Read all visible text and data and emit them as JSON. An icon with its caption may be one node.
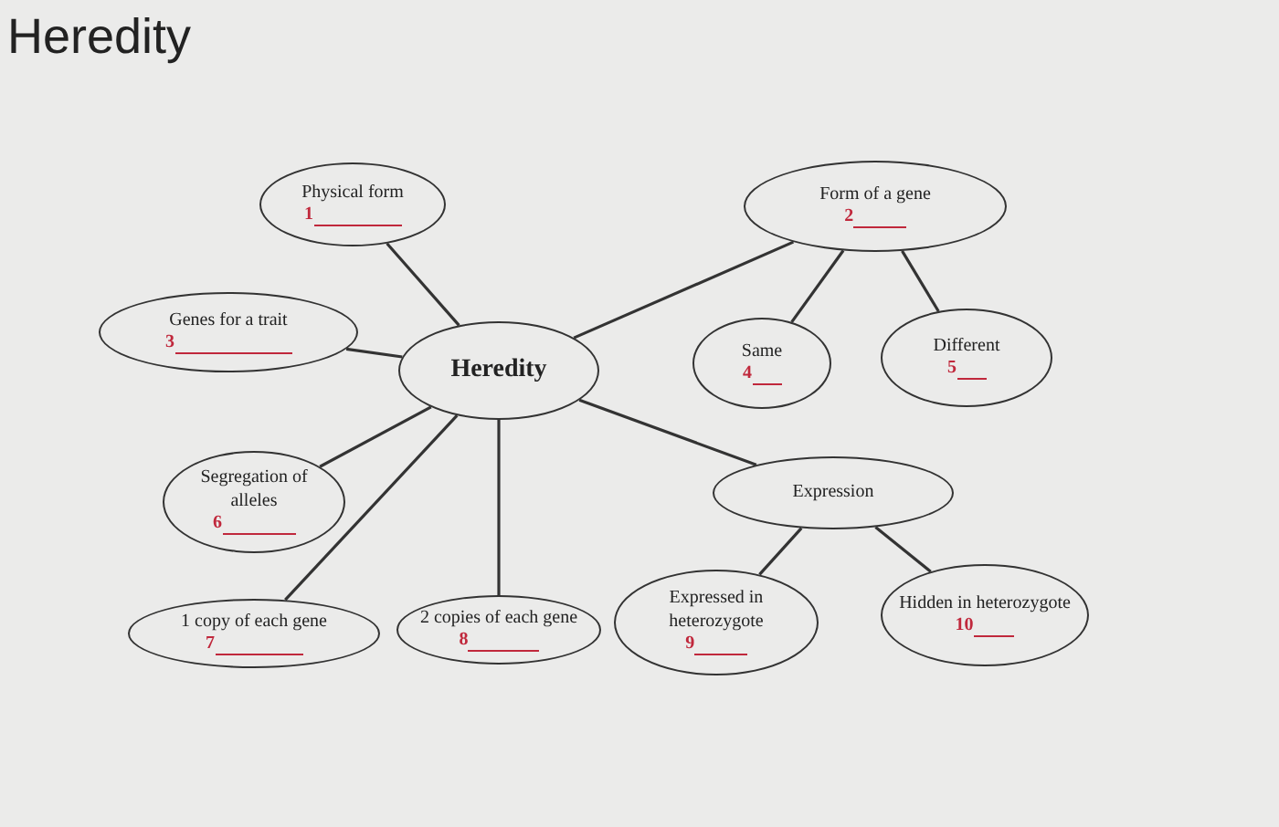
{
  "diagram": {
    "title": "Heredity",
    "nodes": [
      {
        "text": [
          "Physical form",
          "1"
        ]
      },
      {
        "text": [
          "Form of a gene",
          "2"
        ]
      },
      {
        "text": [
          "Genes for a trait",
          "3"
        ]
      },
      {
        "text": [
          "Heredity"
        ]
      },
      {
        "text": [
          "Same",
          "4"
        ]
      },
      {
        "text": [
          "Different",
          "5"
        ]
      },
      {
        "text": [
          "Segregation of alleles",
          "6"
        ]
      },
      {
        "text": [
          "Expression"
        ]
      },
      {
        "text": [
          "1 copy of each gene",
          "7"
        ]
      },
      {
        "text": [
          "2 copies of each gene",
          "8"
        ]
      },
      {
        "text": [
          "Expressed in heterozygote",
          "9"
        ]
      },
      {
        "text": [
          "Hidden in heterozygote",
          "10"
        ]
      }
    ],
    "edges": [
      {
        "from": 3,
        "to": 0,
        "arrow": "none"
      },
      {
        "from": 3,
        "to": 1,
        "arrow": "none"
      },
      {
        "from": 3,
        "to": 2,
        "arrow": "none"
      },
      {
        "from": 3,
        "to": 6,
        "arrow": "none"
      },
      {
        "from": 3,
        "to": 8,
        "arrow": "none"
      },
      {
        "from": 3,
        "to": 9,
        "arrow": "none"
      },
      {
        "from": 3,
        "to": 7,
        "arrow": "none"
      },
      {
        "from": 1,
        "to": 4,
        "arrow": "none"
      },
      {
        "from": 1,
        "to": 5,
        "arrow": "none"
      },
      {
        "from": 7,
        "to": 10,
        "arrow": "none"
      },
      {
        "from": 7,
        "to": 11,
        "arrow": "none"
      }
    ]
  }
}
